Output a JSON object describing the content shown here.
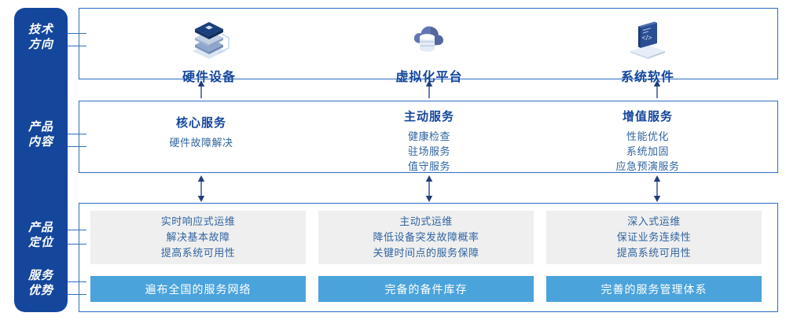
{
  "rail": {
    "color": "#14469b",
    "labels": [
      {
        "name": "tech-direction",
        "lines": [
          "技术",
          "方向"
        ]
      },
      {
        "name": "product-content",
        "lines": [
          "产品",
          "内容"
        ]
      },
      {
        "name": "product-positioning",
        "lines": [
          "产品",
          "定位"
        ]
      },
      {
        "name": "service-advantage",
        "lines": [
          "服务",
          "优势"
        ]
      }
    ]
  },
  "tech_section": {
    "items": [
      {
        "icon": "server-stack-icon",
        "label": "硬件设备"
      },
      {
        "icon": "cloud-database-icon",
        "label": "虚拟化平台"
      },
      {
        "icon": "laptop-code-icon",
        "label": "系统软件"
      }
    ]
  },
  "content_section": {
    "columns": [
      {
        "title": "核心服务",
        "items": [
          "硬件故障解决"
        ]
      },
      {
        "title": "主动服务",
        "items": [
          "健康检查",
          "驻场服务",
          "值守服务"
        ]
      },
      {
        "title": "增值服务",
        "items": [
          "性能优化",
          "系统加固",
          "应急预演服务"
        ]
      }
    ]
  },
  "positioning_section": {
    "cards": [
      {
        "lines": [
          "实时响应式运维",
          "解决基本故障",
          "提高系统可用性"
        ]
      },
      {
        "lines": [
          "主动式运维",
          "降低设备突发故障概率",
          "关键时间点的服务保障"
        ]
      },
      {
        "lines": [
          "深入式运维",
          "保证业务连续性",
          "提高系统可用性"
        ]
      }
    ]
  },
  "advantage_section": {
    "bars": [
      "遍布全国的服务网络",
      "完备的备件库存",
      "完善的服务管理体系"
    ]
  },
  "colors": {
    "rail_blue": "#14469b",
    "border_blue": "#2f6dc0",
    "title_blue": "#14469b",
    "body_blue": "#31649f",
    "bar_blue": "#4ba3dc",
    "card_gray": "#efefef",
    "arrow_navy": "#1f3f7a"
  }
}
